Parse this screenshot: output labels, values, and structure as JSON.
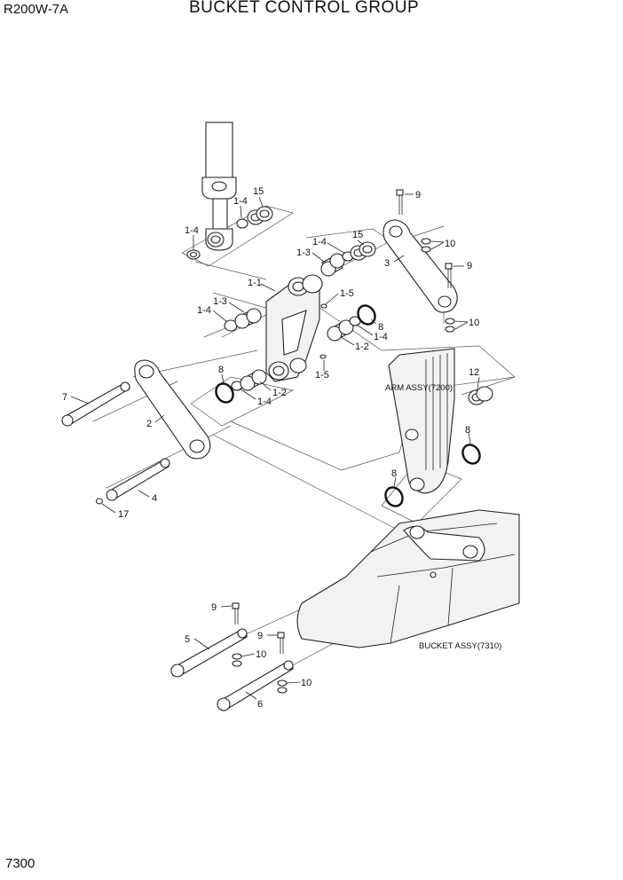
{
  "header": {
    "model": "R200W-7A",
    "title": "BUCKET CONTROL GROUP",
    "page_number": "7300"
  },
  "assemblies": {
    "arm": "ARM ASSY(7200)",
    "bucket": "BUCKET ASSY(7310)"
  },
  "callouts": {
    "c1_4a": "1-4",
    "c15a": "15",
    "c1_4b": "1-4",
    "c9a": "9",
    "c10a": "10",
    "c3": "3",
    "c9b": "9",
    "c10b": "10",
    "c15b": "15",
    "c1_4c": "1-4",
    "c1_3a": "1-3",
    "c1_1": "1-1",
    "c1_5a": "1-5",
    "c1_3b": "1-3",
    "c1_4d": "1-4",
    "c8a": "8",
    "c1_4e": "1-4",
    "c1_2a": "1-2",
    "c1_5b": "1-5",
    "c8b": "8",
    "c1_2b": "1-2",
    "c1_4f": "1-4",
    "c12": "12",
    "c8c": "8",
    "c8d": "8",
    "c7": "7",
    "c2": "2",
    "c4": "4",
    "c17": "17",
    "c9c": "9",
    "c5": "5",
    "c9d": "9",
    "c10c": "10",
    "c10d": "10",
    "c6": "6"
  }
}
